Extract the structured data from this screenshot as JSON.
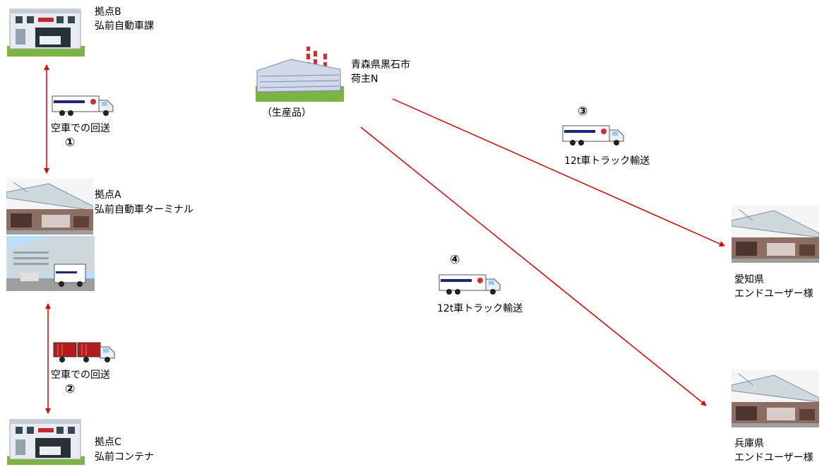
{
  "colors": {
    "arrow": "#e00000",
    "truck_stripe": "#1a237e",
    "container_red": "#b71c1c"
  },
  "nodes": {
    "base_b": {
      "line1": "拠点B",
      "line2": "弘前自動車課",
      "icon": "office-building-icon"
    },
    "base_a": {
      "line1": "拠点A",
      "line2": "弘前自動車ターミナル",
      "icon": "terminal-warehouse-icon"
    },
    "base_c": {
      "line1": "拠点C",
      "line2": "弘前コンテナ",
      "icon": "office-building-icon"
    },
    "shipper": {
      "line1": "青森県黒石市",
      "line2": "荷主N",
      "note": "（生産品）",
      "icon": "factory-icon"
    },
    "aichi": {
      "line1": "愛知県",
      "line2": "エンドユーザー様",
      "icon": "warehouse-icon"
    },
    "hyogo": {
      "line1": "兵庫県",
      "line2": "エンドユーザー様",
      "icon": "warehouse-icon"
    }
  },
  "routes": [
    {
      "num": "①",
      "label": "空車での回送",
      "icon": "box-truck-icon"
    },
    {
      "num": "②",
      "label": "空車での回送",
      "icon": "container-truck-icon"
    },
    {
      "num": "③",
      "label": "12t車トラック輸送",
      "icon": "box-truck-icon"
    },
    {
      "num": "④",
      "label": "12t車トラック輸送",
      "icon": "box-truck-icon"
    }
  ]
}
